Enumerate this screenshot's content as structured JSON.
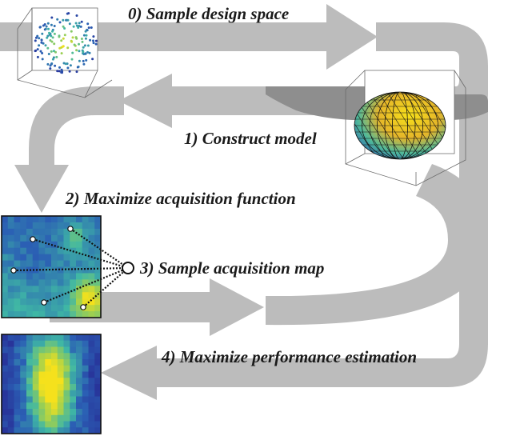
{
  "steps": [
    {
      "label": "0) Sample design space"
    },
    {
      "label": "1) Construct model"
    },
    {
      "label": "2) Maximize acquisition function"
    },
    {
      "label": "3) Sample acquisition map"
    },
    {
      "label": "4) Maximize performance estimation"
    }
  ],
  "colors": {
    "arrow": "#bcbcbc",
    "arrow_dark": "#8e8e8e",
    "map_low": "#2b5fb4",
    "map_mid": "#3fb7a5",
    "map_high": "#f5e11c",
    "sphere_edges": "#141414"
  },
  "panels": [
    {
      "name": "design-space-scatter-plot",
      "kind": "3d scatter"
    },
    {
      "name": "surrogate-model-mesh-plot",
      "kind": "3d surface"
    },
    {
      "name": "acquisition-map",
      "kind": "heatmap"
    },
    {
      "name": "performance-map",
      "kind": "heatmap"
    }
  ]
}
